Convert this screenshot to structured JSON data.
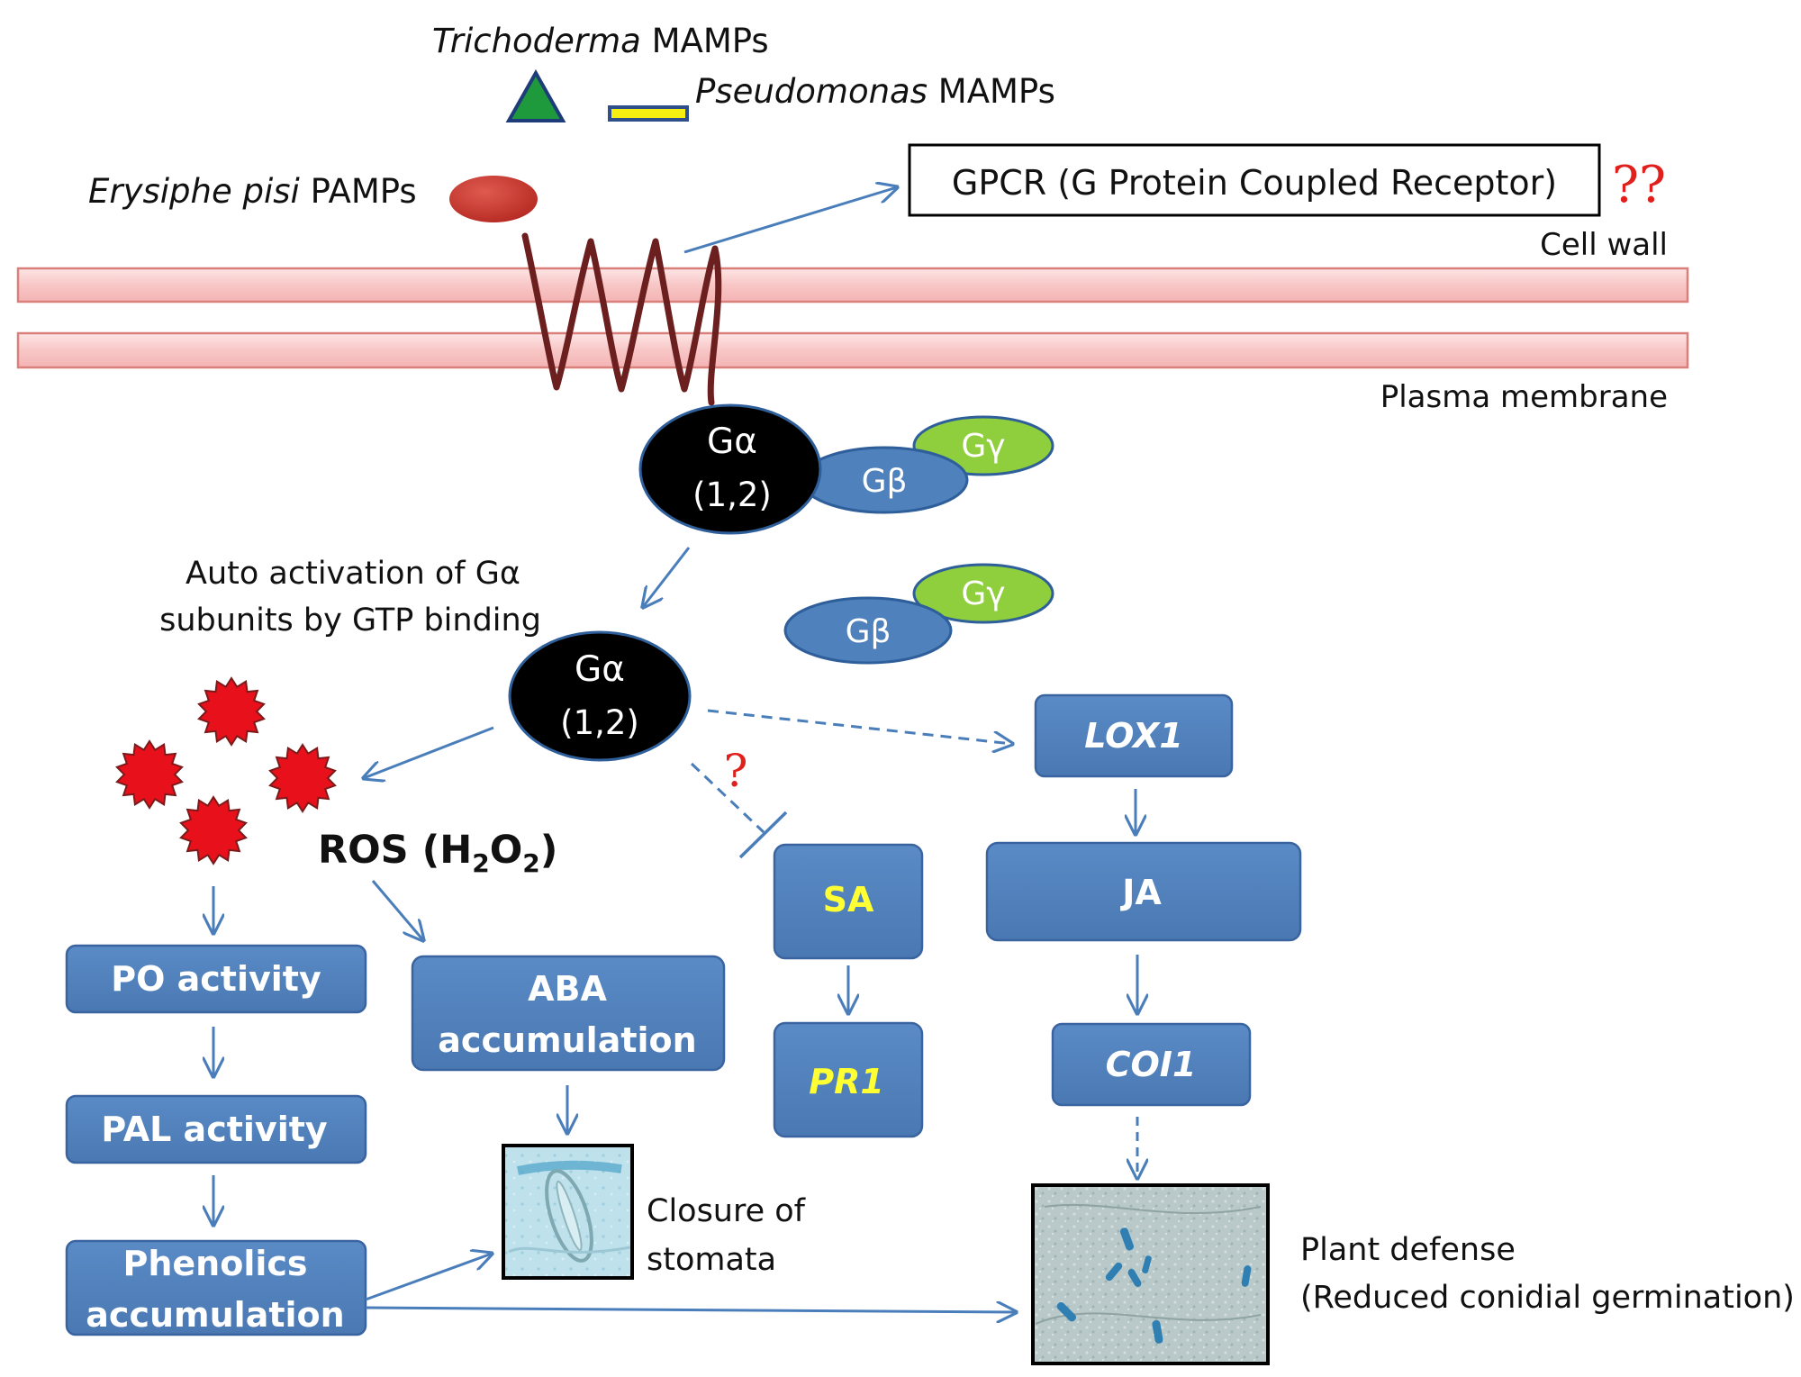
{
  "ligands": {
    "trichoderma": {
      "species": "Trichoderma",
      "suffix": " MAMPs"
    },
    "pseudomonas": {
      "species": "Pseudomonas",
      "suffix": " MAMPs"
    },
    "erysiphe": {
      "species": "Erysiphe pisi",
      "suffix": " PAMPs"
    }
  },
  "gpcr": {
    "label": "GPCR (G Protein Coupled Receptor)",
    "uncertain": "??"
  },
  "membranes": {
    "cell_wall": "Cell wall",
    "plasma_membrane": "Plasma membrane"
  },
  "g_protein": {
    "alpha": "Gα",
    "alpha_sub": "(1,2)",
    "beta": "Gβ",
    "gamma": "Gγ"
  },
  "activation": {
    "line1": "Auto activation of Gα",
    "line2": "subunits by GTP binding"
  },
  "ros": {
    "prefix": "ROS (H",
    "sub1": "2",
    "mid": "O",
    "sub2": "2",
    "suffix": ")"
  },
  "inhibition_uncertain": "?",
  "boxes": {
    "po": "PO activity",
    "pal": "PAL activity",
    "phenolics_1": "Phenolics",
    "phenolics_2": "accumulation",
    "aba_1": "ABA",
    "aba_2": "accumulation",
    "sa": "SA",
    "pr1": "PR1",
    "lox1": "LOX1",
    "ja": "JA",
    "coi1": "COI1"
  },
  "outcomes": {
    "stomata_1": "Closure of",
    "stomata_2": "stomata",
    "defense_1": "Plant defense",
    "defense_2": "(Reduced conidial germination)"
  },
  "colors": {
    "box_fill": "#4f81bd",
    "arrow": "#4a7ebb",
    "ros_star": "#e8101a",
    "membrane": "#f9c8c8",
    "gpcr_coil": "#6b1f1f",
    "g_alpha": "#000000",
    "g_beta": "#4f81bd",
    "g_gamma": "#8fce3c",
    "question": "#e0201c"
  }
}
